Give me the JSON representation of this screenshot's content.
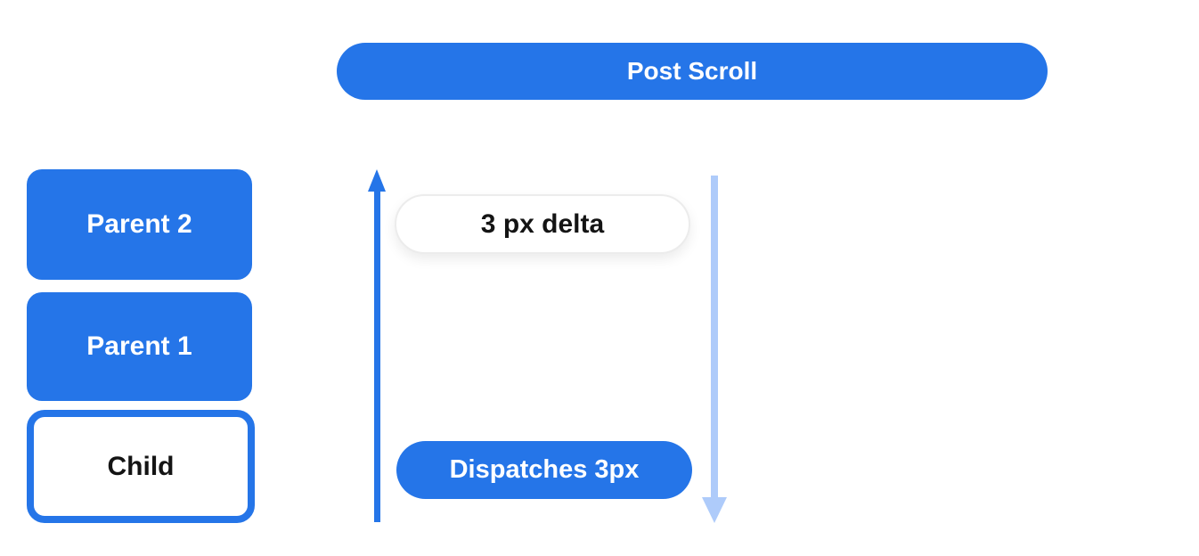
{
  "colors": {
    "accent-blue": "#2575e8",
    "light-blue": "#aecbfa",
    "pill-border": "#ececec",
    "text-dark": "#141414",
    "text-light": "#ffffff",
    "background": "#ffffff"
  },
  "header": {
    "label": "Post Scroll"
  },
  "hierarchy": {
    "items": [
      {
        "label": "Parent 2",
        "variant": "filled"
      },
      {
        "label": "Parent 1",
        "variant": "filled"
      },
      {
        "label": "Child",
        "variant": "outlined"
      }
    ]
  },
  "flow": {
    "delta_badge": "3 px delta",
    "dispatch_badge": "Dispatches 3px",
    "up_arrow_icon": "arrow-up-icon",
    "down_arrow_icon": "arrow-down-icon"
  }
}
